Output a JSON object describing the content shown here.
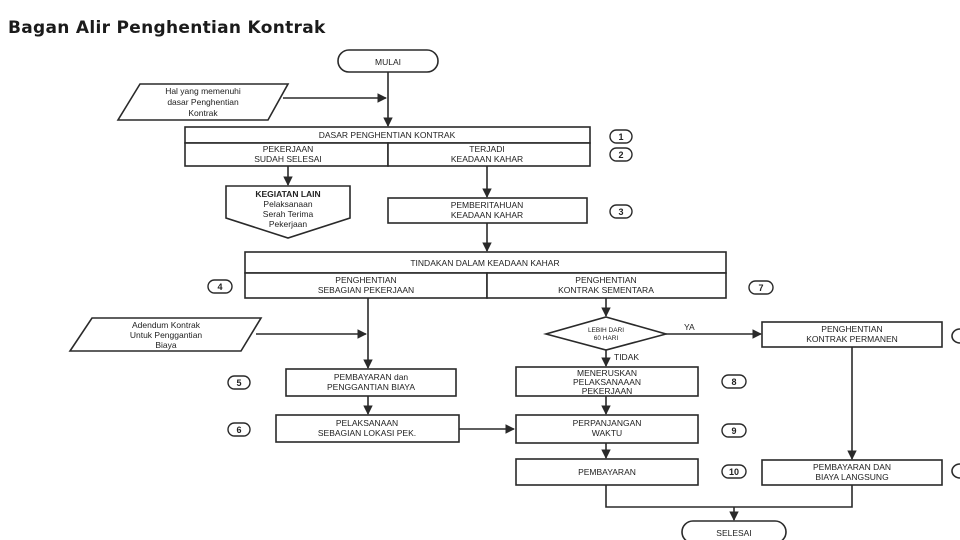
{
  "title": "Bagan Alir Penghentian Kontrak",
  "start": "MULAI",
  "end": "SELESAI",
  "input_basis": [
    "Hal yang memenuhi",
    "dasar Penghentian",
    "Kontrak"
  ],
  "basis": "DASAR PENGHENTIAN KONTRAK",
  "work_done": [
    "PEKERJAAN",
    "SUDAH SELESAI"
  ],
  "force_majeure": [
    "TERJADI",
    "KEADAAN KAHAR"
  ],
  "other_activity": [
    "KEGIATAN LAIN",
    "Pelaksanaan",
    "Serah Terima",
    "Pekerjaan"
  ],
  "notify": [
    "PEMBERITAHUAN",
    "KEADAAN KAHAR"
  ],
  "action": "TINDAKAN DALAM KEADAAN KAHAR",
  "partial": [
    "PENGHENTIAN",
    "SEBAGIAN PEKERJAAN"
  ],
  "temporary": [
    "PENGHENTIAN",
    "KONTRAK SEMENTARA"
  ],
  "addendum": [
    "Adendum Kontrak",
    "Untuk Penggantian",
    "Biaya"
  ],
  "decision": [
    "LEBIH DARI",
    "60 HARI"
  ],
  "yes": "YA",
  "no": "TIDAK",
  "permanent": [
    "PENGHENTIAN",
    "KONTRAK PERMANEN"
  ],
  "payment_replace": [
    "PEMBAYARAN dan",
    "PENGGANTIAN BIAYA"
  ],
  "continue_work": [
    "MENERUSKAN",
    "PELAKSANAAAN",
    "PEKERJAAN"
  ],
  "partial_location": [
    "PELAKSANAAN",
    "SEBAGIAN LOKASI PEK."
  ],
  "extension": [
    "PERPANJANGAN",
    "WAKTU"
  ],
  "payment": "PEMBAYARAN",
  "payment_direct": [
    "PEMBAYARAN DAN",
    "BIAYA LANGSUNG"
  ],
  "numbers": [
    "1",
    "2",
    "3",
    "4",
    "5",
    "6",
    "7",
    "8",
    "9",
    "10"
  ]
}
